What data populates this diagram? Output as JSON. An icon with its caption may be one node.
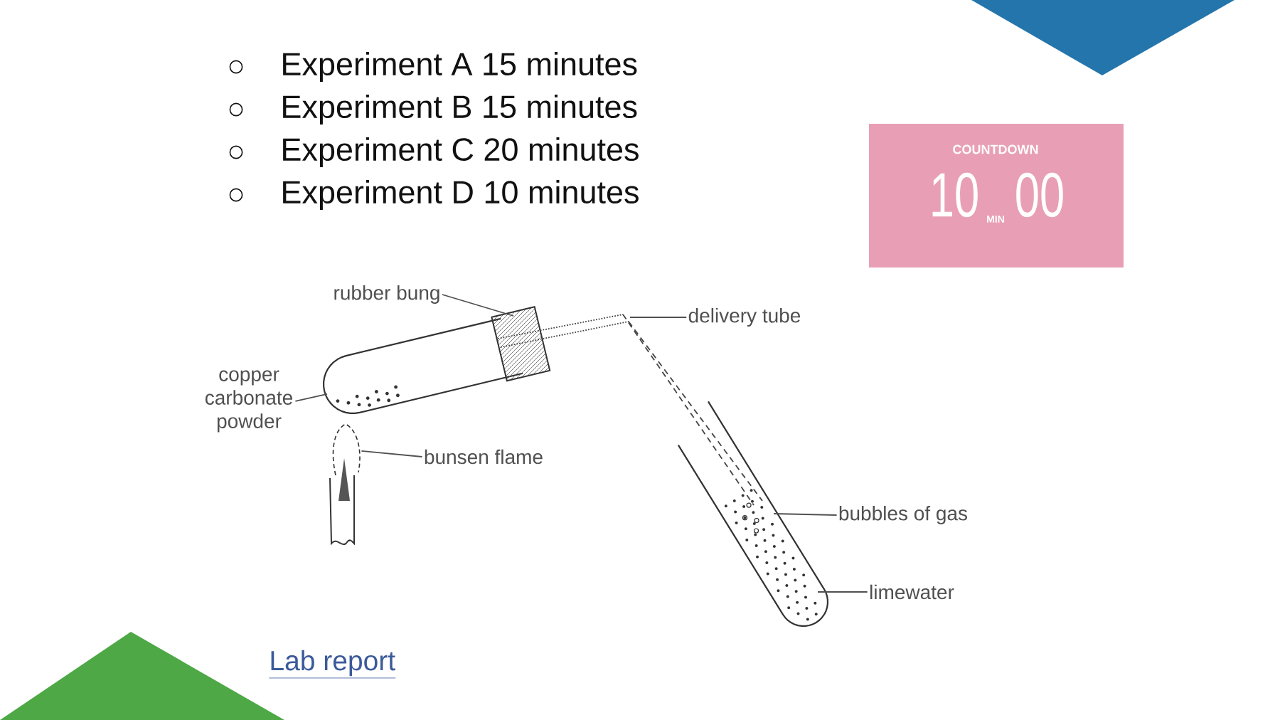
{
  "diagram": {
    "nodes": [
      {
        "text": [
          "COUNTDOWN",
          "10",
          "MIN",
          "00"
        ]
      },
      {
        "text": [
          "rubber bung"
        ]
      },
      {
        "text": [
          "delivery tube"
        ]
      },
      {
        "text": [
          "copper carbonate powder"
        ]
      },
      {
        "text": [
          "bunsen flame"
        ]
      },
      {
        "text": [
          "bubbles of gas"
        ]
      },
      {
        "text": [
          "limewater"
        ]
      },
      {
        "text": [],
        "shape": "picture"
      }
    ],
    "edges": [
      {
        "from": 1,
        "to": null,
        "arrow": "none"
      },
      {
        "from": 2,
        "to": null,
        "arrow": "none"
      },
      {
        "from": 3,
        "to": null,
        "arrow": "none"
      },
      {
        "from": 4,
        "to": 7,
        "arrow": "none"
      },
      {
        "from": 5,
        "to": null,
        "arrow": "none"
      },
      {
        "from": 6,
        "to": null,
        "arrow": "none"
      }
    ],
    "labels": [
      "Experiment A 15 minutes",
      "Experiment B 15 minutes",
      "Experiment C 20 minutes",
      "Experiment D 10 minutes",
      "Lab report"
    ]
  }
}
